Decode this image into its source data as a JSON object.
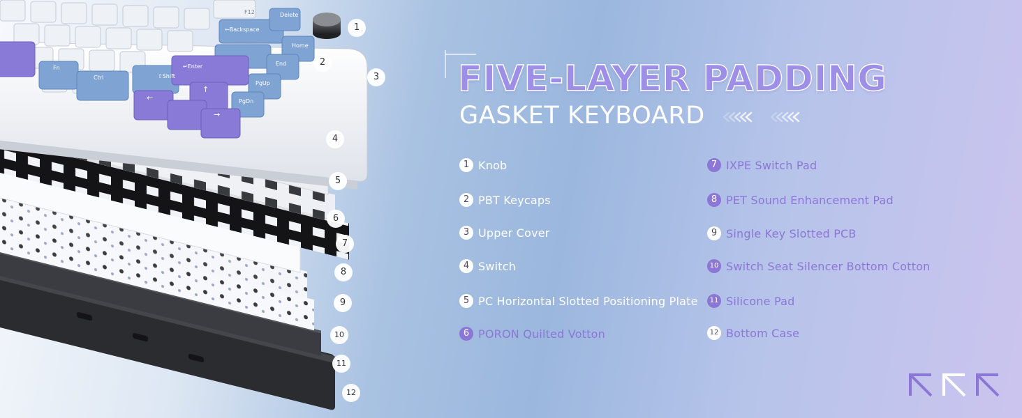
{
  "heading": {
    "title": "FIVE-LAYER PADDING",
    "subtitle": "GASKET KEYBOARD"
  },
  "keyboard_illustration": {
    "keycaps": {
      "delete": "Delete",
      "backspace": "←Backspace",
      "home": "Home",
      "end": "End",
      "enter": "↵Enter",
      "shift": "⇧Shift",
      "fn": "Fn",
      "ctrl": "Ctrl",
      "pgup": "PgUp",
      "pgdn": "PgDn",
      "f12": "F12",
      "arrow_left": "←",
      "arrow_up": "↑",
      "arrow_right": "→"
    },
    "callouts": [
      "1",
      "2",
      "3",
      "4",
      "5",
      "6",
      "7",
      "8",
      "9",
      "10",
      "11",
      "12"
    ]
  },
  "parts_left": [
    {
      "num": "1",
      "label": "Knob",
      "style": "white"
    },
    {
      "num": "2",
      "label": "PBT Keycaps",
      "style": "white"
    },
    {
      "num": "3",
      "label": "Upper Cover",
      "style": "white"
    },
    {
      "num": "4",
      "label": "Switch",
      "style": "white"
    },
    {
      "num": "5",
      "label": "PC Horizontal Slotted Positioning Plate",
      "style": "white"
    },
    {
      "num": "6",
      "label": "PORON Quilted Votton",
      "style": "purple"
    }
  ],
  "parts_right": [
    {
      "num": "7",
      "label": "IXPE Switch Pad",
      "style": "purple"
    },
    {
      "num": "8",
      "label": "PET Sound Enhancement Pad",
      "style": "purple"
    },
    {
      "num": "9",
      "label": "Single Key Slotted PCB",
      "style": "white"
    },
    {
      "num": "10",
      "label": "Switch Seat Silencer Bottom Cotton",
      "style": "purple"
    },
    {
      "num": "11",
      "label": "Silicone  Pad",
      "style": "purple"
    },
    {
      "num": "12",
      "label": "Bottom Case",
      "style": "white"
    }
  ],
  "colors": {
    "accent_purple": "#8c76d6",
    "title_purple": "#9d8ee8",
    "keycap_blue": "#7fa4d4",
    "keycap_purple": "#8a7ad8",
    "keycap_white": "#eef1f6"
  },
  "icons": [
    "knob-icon",
    "chevrons-left-icon",
    "corner-arrows-icon"
  ]
}
